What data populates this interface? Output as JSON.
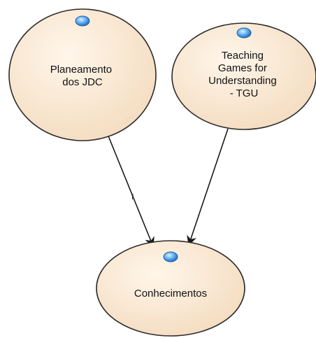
{
  "diagram": {
    "nodes": [
      {
        "id": "planeamento",
        "label_lines": [
          "Planeamento",
          "dos JDC"
        ]
      },
      {
        "id": "tgu",
        "label_lines": [
          "Teaching",
          "Games for",
          "Understanding",
          "- TGU"
        ]
      },
      {
        "id": "conhecimentos",
        "label_lines": [
          "Conhecimentos"
        ]
      }
    ],
    "edges": [
      {
        "from": "planeamento",
        "to": "conhecimentos",
        "tag": "f"
      },
      {
        "from": "tgu",
        "to": "conhecimentos",
        "tag": ""
      }
    ],
    "colors": {
      "node_fill": "#fbe9d3",
      "node_stroke": "#2b2b2b",
      "edge_stroke": "#1a1a1a",
      "marker_fill": "#3a8ee6",
      "marker_stroke": "#1f5fa8"
    }
  }
}
